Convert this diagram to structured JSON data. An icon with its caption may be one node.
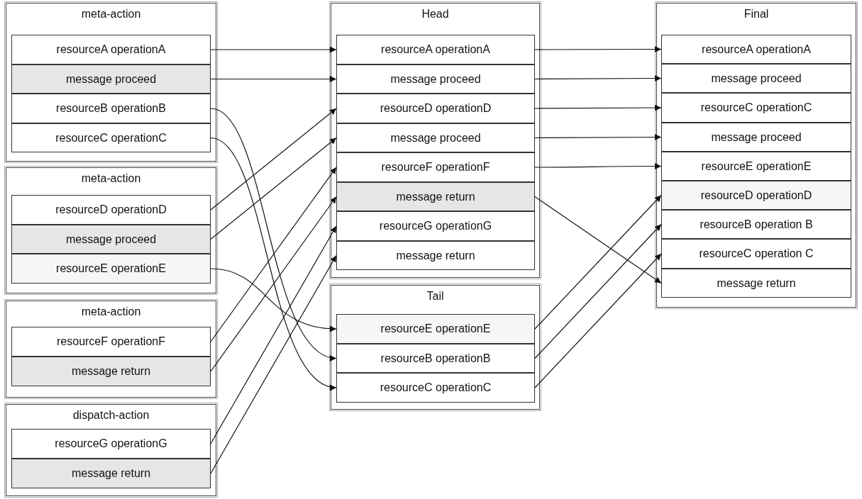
{
  "diagram": {
    "nodes": [
      {
        "text": [
          "meta-action"
        ]
      },
      {
        "text": [
          "resourceA operationA"
        ],
        "in": 0
      },
      {
        "text": [
          "message proceed"
        ],
        "in": 0
      },
      {
        "text": [
          "resourceB operationB"
        ],
        "in": 0
      },
      {
        "text": [
          "resourceC operationC"
        ],
        "in": 0
      },
      {
        "text": [
          "meta-action"
        ]
      },
      {
        "text": [
          "resourceD operationD"
        ],
        "in": 5
      },
      {
        "text": [
          "message proceed"
        ],
        "in": 5
      },
      {
        "text": [
          "resourceE operationE"
        ],
        "in": 5
      },
      {
        "text": [
          "meta-action"
        ]
      },
      {
        "text": [
          "resourceF operationF"
        ],
        "in": 9
      },
      {
        "text": [
          "message return"
        ],
        "in": 9
      },
      {
        "text": [
          "dispatch-action"
        ]
      },
      {
        "text": [
          "resourceG operationG"
        ],
        "in": 12
      },
      {
        "text": [
          "message return"
        ],
        "in": 12
      },
      {
        "text": [
          "Head"
        ]
      },
      {
        "text": [
          "resourceA operationA"
        ],
        "in": 15
      },
      {
        "text": [
          "message proceed"
        ],
        "in": 15
      },
      {
        "text": [
          "resourceD operationD"
        ],
        "in": 15
      },
      {
        "text": [
          "message proceed"
        ],
        "in": 15
      },
      {
        "text": [
          "resourceF operationF"
        ],
        "in": 15
      },
      {
        "text": [
          "message return"
        ],
        "in": 15
      },
      {
        "text": [
          "resourceG operationG"
        ],
        "in": 15
      },
      {
        "text": [
          "message return"
        ],
        "in": 15
      },
      {
        "text": [
          "Tail"
        ]
      },
      {
        "text": [
          "resourceE operationE"
        ],
        "in": 24
      },
      {
        "text": [
          "resourceB operationB"
        ],
        "in": 24
      },
      {
        "text": [
          "resourceC operationC"
        ],
        "in": 24
      },
      {
        "text": [
          "Final"
        ]
      },
      {
        "text": [
          "resourceA operationA"
        ],
        "in": 28
      },
      {
        "text": [
          "message proceed"
        ],
        "in": 28
      },
      {
        "text": [
          "resourceC operationC"
        ],
        "in": 28
      },
      {
        "text": [
          "message proceed"
        ],
        "in": 28
      },
      {
        "text": [
          "resourceE operationE"
        ],
        "in": 28
      },
      {
        "text": [
          "resourceD operationD"
        ],
        "in": 28
      },
      {
        "text": [
          "resourceB operation B"
        ],
        "in": 28
      },
      {
        "text": [
          "resourceC operation C"
        ],
        "in": 28
      },
      {
        "text": [
          "message return"
        ],
        "in": 28
      }
    ],
    "edges": [
      {
        "from": 1,
        "to": 16,
        "arrow": "to"
      },
      {
        "from": 2,
        "to": 17,
        "arrow": "to"
      },
      {
        "from": 3,
        "to": 26,
        "arrow": "to"
      },
      {
        "from": 4,
        "to": 27,
        "arrow": "to"
      },
      {
        "from": 6,
        "to": 18,
        "arrow": "to"
      },
      {
        "from": 7,
        "to": 19,
        "arrow": "to"
      },
      {
        "from": 8,
        "to": 25,
        "arrow": "to"
      },
      {
        "from": 10,
        "to": 20,
        "arrow": "to"
      },
      {
        "from": 11,
        "to": 21,
        "arrow": "to"
      },
      {
        "from": 13,
        "to": 22,
        "arrow": "to"
      },
      {
        "from": 14,
        "to": 23,
        "arrow": "to"
      },
      {
        "from": 16,
        "to": 29,
        "arrow": "to"
      },
      {
        "from": 17,
        "to": 30,
        "arrow": "to"
      },
      {
        "from": 18,
        "to": 31,
        "arrow": "to"
      },
      {
        "from": 19,
        "to": 32,
        "arrow": "to"
      },
      {
        "from": 20,
        "to": 33,
        "arrow": "to"
      },
      {
        "from": 21,
        "to": 37,
        "arrow": "to"
      },
      {
        "from": 25,
        "to": 34,
        "arrow": "to"
      },
      {
        "from": 26,
        "to": 35,
        "arrow": "to"
      },
      {
        "from": 27,
        "to": 36,
        "arrow": "to"
      }
    ]
  }
}
